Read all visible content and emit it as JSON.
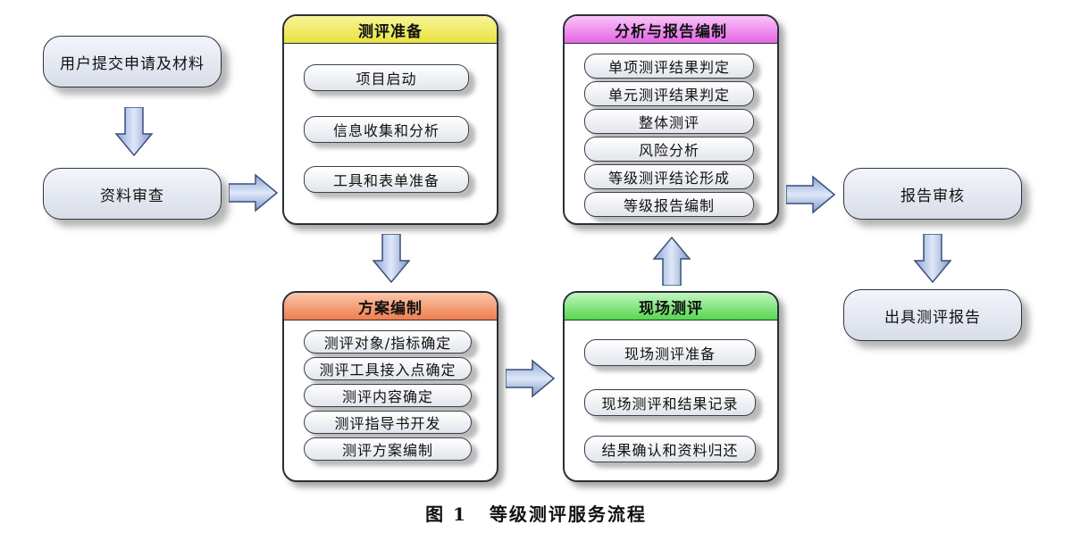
{
  "boxes": {
    "submit": "用户提交申请及材料",
    "review": "资料审查",
    "report_audit": "报告审核",
    "issue_report": "出具测评报告"
  },
  "panels": {
    "prep": {
      "title": "测评准备",
      "color": "#f2ef6e",
      "items": [
        "项目启动",
        "信息收集和分析",
        "工具和表单准备"
      ]
    },
    "plan": {
      "title": "方案编制",
      "color": "#f4a07a",
      "items": [
        "测评对象/指标确定",
        "测评工具接入点确定",
        "测评内容确定",
        "测评指导书开发",
        "测评方案编制"
      ]
    },
    "onsite": {
      "title": "现场测评",
      "color": "#8ee88a",
      "items": [
        "现场测评准备",
        "现场测评和结果记录",
        "结果确认和资料归还"
      ]
    },
    "analysis": {
      "title": "分析与报告编制",
      "color": "#ee8cee",
      "items": [
        "单项测评结果判定",
        "单元测评结果判定",
        "整体测评",
        "风险分析",
        "等级测评结论形成",
        "等级报告编制"
      ]
    }
  },
  "caption": {
    "figure": "图 1",
    "title": "等级测评服务流程"
  }
}
